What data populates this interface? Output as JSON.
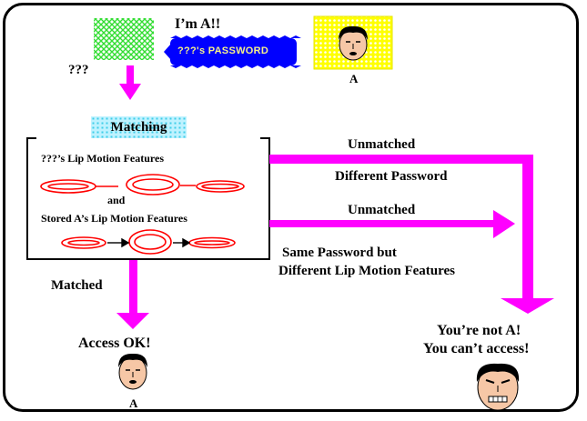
{
  "diagram": {
    "speaker_claim": "I’m A!!",
    "unknown_label": "???",
    "password_bubble": "???'s PASSWORD",
    "user_a_label": "A",
    "matching_title": "Matching",
    "unknown_features_label": "???’s Lip Motion Features",
    "and_label": "and",
    "stored_features_label": "Stored A’s Lip Motion Features",
    "unmatched_top": "Unmatched",
    "different_password": "Different Password",
    "unmatched_mid": "Unmatched",
    "same_password_line1": "Same Password but",
    "same_password_line2": "Different Lip Motion Features",
    "matched_label": "Matched",
    "access_ok": "Access OK!",
    "result_user_label": "A",
    "not_a_line1": "You’re not A!",
    "not_a_line2": "You can’t access!"
  },
  "colors": {
    "arrow": "#ff00ff",
    "lips": "#ff0000",
    "portrait_bg": "#ffff00",
    "bubble": "#0000ff",
    "unknown_pattern": "#33ff33"
  }
}
